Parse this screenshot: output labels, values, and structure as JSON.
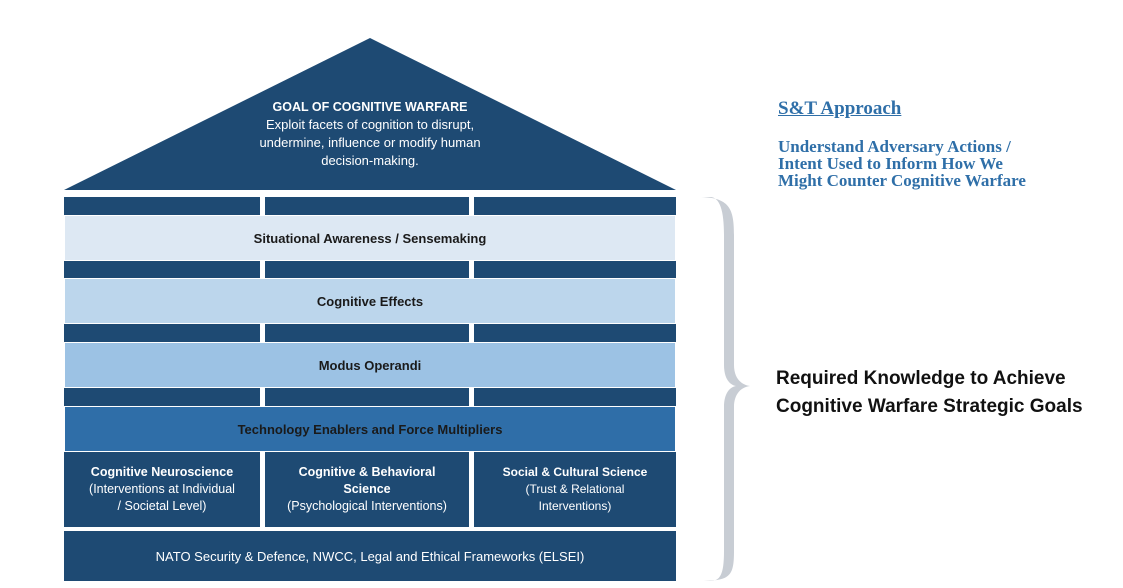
{
  "roof": {
    "title": "GOAL OF COGNITIVE WARFARE",
    "line1": "Exploit facets of cognition to disrupt,",
    "line2": "undermine, influence or modify human",
    "line3": "decision-making."
  },
  "bands": {
    "situational": "Situational Awareness / Sensemaking",
    "effects": "Cognitive Effects",
    "modus": "Modus Operandi",
    "technology": "Technology Enablers and Force Multipliers"
  },
  "columns": {
    "neuro_title": "Cognitive Neuroscience",
    "neuro_sub1": "(Interventions at Individual",
    "neuro_sub2": "/ Societal Level)",
    "behav_title1": "Cognitive & Behavioral",
    "behav_title2": "Science",
    "behav_sub": "(Psychological Interventions)",
    "social_title": "Social & Cultural Science",
    "social_sub1": "(Trust & Relational",
    "social_sub2": "Interventions)"
  },
  "foundation": "NATO Security & Defence, NWCC, Legal and Ethical Frameworks  (ELSEI)",
  "st": {
    "title": "S&T Approach",
    "line1": "Understand Adversary Actions /",
    "line2": "Intent Used to Inform How We",
    "line3": "Might Counter Cognitive Warfare"
  },
  "required": {
    "line1": "Required Knowledge to Achieve",
    "line2": "Cognitive Warfare Strategic Goals"
  }
}
